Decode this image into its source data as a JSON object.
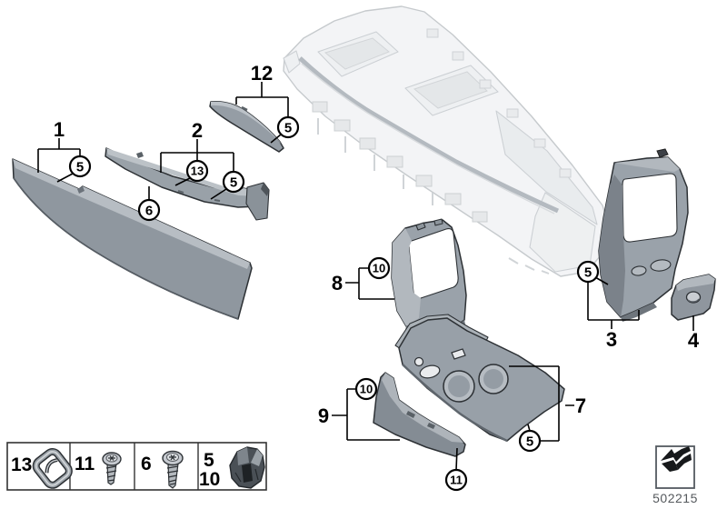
{
  "diagram": {
    "kind": "parts-exploded-diagram",
    "subject": "centre console trim panels with mounted parts",
    "background_color": "#ffffff",
    "part_fill_color": "#979fa7",
    "ghost_fill_color": "#f3f4f6",
    "line_color": "#000000"
  },
  "callouts": {
    "labels": {
      "l1": "1",
      "l2": "2",
      "l3": "3",
      "l4": "4",
      "l7": "7",
      "l8": "8",
      "l9": "9",
      "l12": "12"
    },
    "circles": {
      "c5": "5",
      "c6": "6",
      "c10": "10",
      "c11": "11",
      "c13": "13"
    }
  },
  "legend": {
    "items": [
      {
        "ref": "13",
        "icon": "sheet-metal-spring-nut-icon"
      },
      {
        "ref": "11",
        "icon": "self-tapping-screw-icon"
      },
      {
        "ref": "6",
        "icon": "self-tapping-screw-icon"
      },
      {
        "ref": "5",
        "ref_secondary": "10",
        "icon": "retaining-clip-icon"
      }
    ]
  },
  "footer": {
    "diagram_number": "502215",
    "arrow_icon": "return-arrow-icon"
  }
}
